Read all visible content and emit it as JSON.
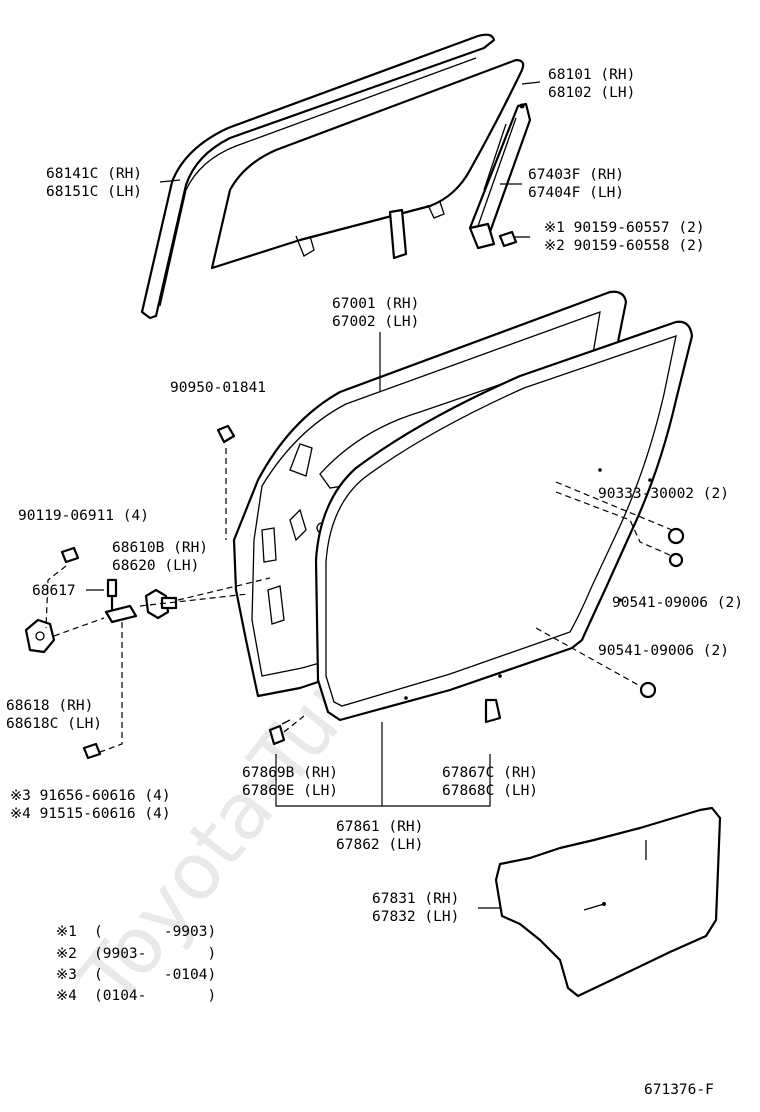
{
  "watermark": "Toyota-Tunner.ru",
  "labels": {
    "p68101": "68101 (RH)",
    "p68102": "68102 (LH)",
    "p68141": "68141C (RH)",
    "p68151": "68151C (LH)",
    "p67403": "67403F (RH)",
    "p67404": "67404F (LH)",
    "b1": "※1 90159-60557 (2)",
    "b2": "※2 90159-60558 (2)",
    "p67001": "67001 (RH)",
    "p67002": "67002 (LH)",
    "p90950": "90950-01841",
    "p90119": "90119-06911 (4)",
    "p68610": "68610B (RH)",
    "p68620": "68620  (LH)",
    "p68617": "68617",
    "p90333": "90333-30002 (2)",
    "p90541a": "90541-09006 (2)",
    "p90541b": "90541-09006 (2)",
    "p68618": "68618  (RH)",
    "p68618c": "68618C (LH)",
    "p67869b": "67869B (RH)",
    "p67869e": "67869E (LH)",
    "p67867": "67867C (RH)",
    "p67868": "67868C (LH)",
    "b3": "※3  91656-60616 (4)",
    "b4": "※4  91515-60616 (4)",
    "p67861": "67861 (RH)",
    "p67862": "67862 (LH)",
    "p67831": "67831 (RH)",
    "p67832": "67832 (LH)"
  },
  "notes": [
    {
      "mark": "※1",
      "range": "(       -9903)"
    },
    {
      "mark": "※2",
      "range": "(9903-       )"
    },
    {
      "mark": "※3",
      "range": "(       -0104)"
    },
    {
      "mark": "※4",
      "range": "(0104-       )"
    }
  ],
  "figure_code": "671376-F"
}
